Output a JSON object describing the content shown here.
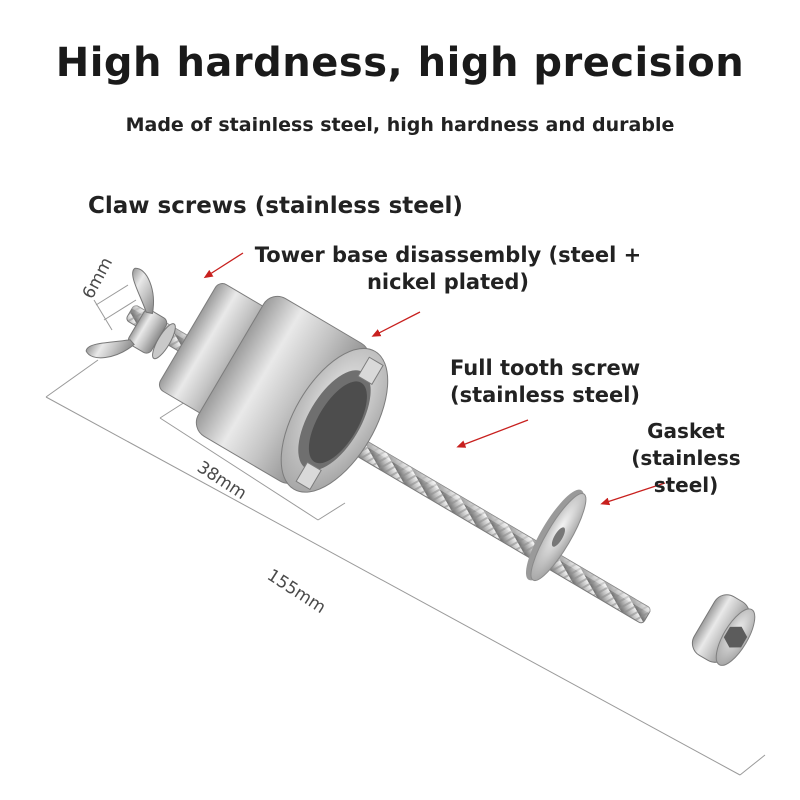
{
  "header": {
    "title": "High hardness, high precision",
    "subtitle": "Made of stainless steel, high hardness and durable"
  },
  "labels": {
    "claw": "Claw screws (stainless steel)",
    "tower_line1": "Tower base disassembly (steel +",
    "tower_line2": "nickel plated)",
    "full_line1": "Full tooth screw",
    "full_line2": "(stainless steel)",
    "gasket_line1": "Gasket",
    "gasket_line2": "(stainless steel)"
  },
  "dimensions": {
    "wing": "6mm",
    "body": "38mm",
    "total": "155mm"
  },
  "colors": {
    "arrow": "#c8201e",
    "dimension_line": "#9a9a9a",
    "metal_light": "#e6e6e6",
    "metal_mid": "#b9b9b9",
    "metal_dark": "#7d7d7d"
  }
}
